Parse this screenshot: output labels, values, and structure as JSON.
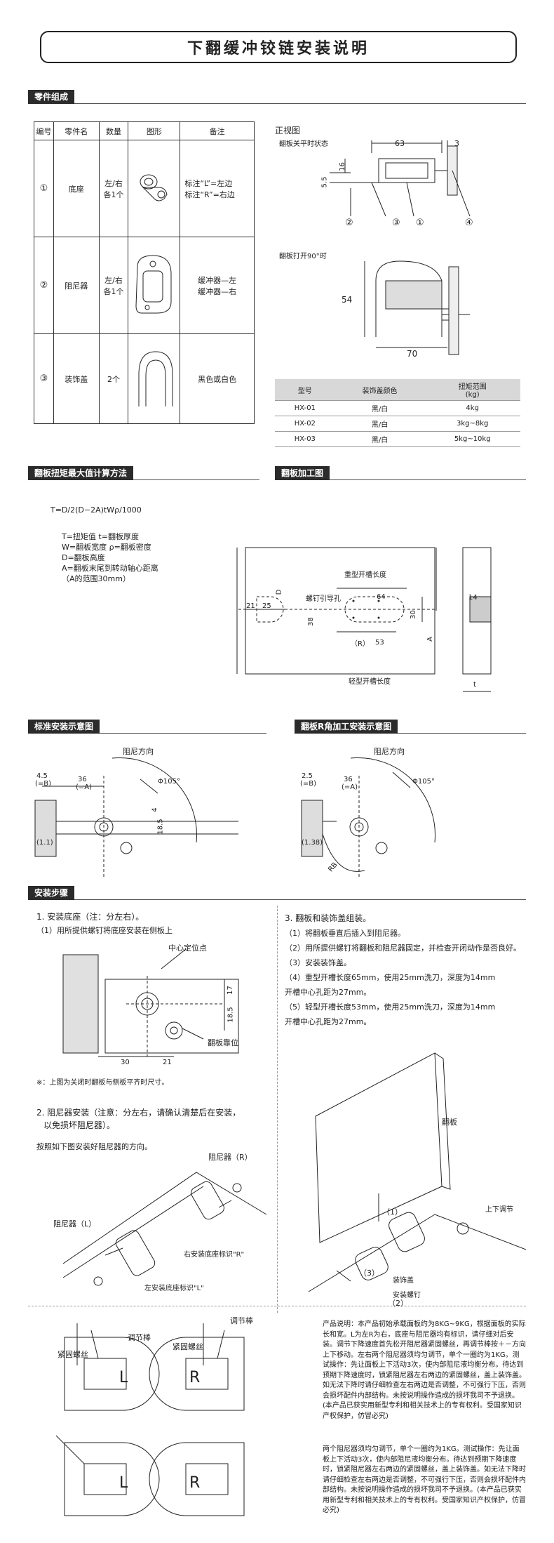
{
  "title": "下翻缓冲铰链安装说明",
  "sections": {
    "parts": "零件组成",
    "torque": "翻板扭矩最大值计算方法",
    "machining": "翻板加工图",
    "std_install": "标准安装示意图",
    "r_install": "翻板R角加工安装示意图",
    "steps": "安装步骤"
  },
  "parts_table": {
    "headers": [
      "编号",
      "零件名",
      "数量",
      "图形",
      "备注"
    ],
    "rows": [
      {
        "no": "①",
        "name": "底座",
        "qty1": "左/右",
        "qty2": "各1个",
        "note1": "标注“L”=左边",
        "note2": "标注“R”=右边"
      },
      {
        "no": "②",
        "name": "阻尼器",
        "qty1": "左/右",
        "qty2": "各1个",
        "note1": "缓冲器—左",
        "note2": "缓冲器—右"
      },
      {
        "no": "③",
        "name": "装饰盖",
        "qty1": "2个",
        "qty2": "",
        "note1": "黑色或白色",
        "note2": ""
      }
    ]
  },
  "front_view": {
    "title": "正视图",
    "closed_label": "翻板关平时状态",
    "open_label": "翻板打开90°时",
    "dims": {
      "d63": "63",
      "d3": "3",
      "d16": "16",
      "d55": "5.5",
      "d54": "54",
      "d70": "70"
    },
    "callouts": [
      "②",
      "③",
      "①",
      "④"
    ]
  },
  "model_table": {
    "headers": [
      "型号",
      "装饰盖颜色",
      "扭矩范围\n(kg)"
    ],
    "rows": [
      [
        "HX-01",
        "黑/白",
        "4kg"
      ],
      [
        "HX-02",
        "黑/白",
        "3kg~8kg"
      ],
      [
        "HX-03",
        "黑/白",
        "5kg~10kg"
      ]
    ]
  },
  "torque": {
    "formula": "T=D/2(D−2A)tWρ/1000",
    "lines": [
      "T=扭矩值    t=翻板厚度",
      "W=翻板宽度    ρ=翻板密度",
      "D=翻板高度",
      "A=翻板末尾到转动轴心距离",
      "（A的范围30mm）"
    ]
  },
  "machining": {
    "heavy": "重型开槽长度",
    "light": "轻型开槽长度",
    "screw": "螺钉引导孔",
    "dims": {
      "d21": "21",
      "d25": "25",
      "d64": "64",
      "d38": "38",
      "d30": "30",
      "d53": "53",
      "d14": "14",
      "D": "D",
      "A": "A",
      "t": "t",
      "R": "（R）"
    }
  },
  "std_install": {
    "dir": "阻尼方向",
    "d45": "4.5",
    "b": "(=B)",
    "d36": "36",
    "a": "(=A)",
    "angle": "Φ105°",
    "d4": "4",
    "d185": "18.5",
    "d11": "(1.1)"
  },
  "r_install": {
    "dir": "阻尼方向",
    "d25": "2.5",
    "b": "(=B)",
    "d36": "36",
    "a": "(=A)",
    "angle": "Φ105°",
    "d38": "(1.38)",
    "rb": "RB"
  },
  "step1": {
    "title": "1. 安装底座（注：分左右）。",
    "sub": "（1）用所提供螺钉将底座安装在侧板上",
    "center": "中心定位点",
    "flap": "翻板靠位",
    "d17": "17",
    "d185": "18.5",
    "d30": "30",
    "d21": "21",
    "note": "※：上图为关闭时翻板与侧板平齐时尺寸。"
  },
  "step2": {
    "title": "2. 阻尼器安装（注意：分左右，请确认清楚后在安装，",
    "title2": "以免损坏阻尼器）。",
    "sub": "按照如下图安装好阻尼器的方向。",
    "damper_r": "阻尼器（R）",
    "damper_l": "阻尼器（L）",
    "mark_r": "右安装底座标识\"R\"",
    "mark_l": "左安装底座标识\"L\""
  },
  "step3": {
    "title": "3. 翻板和装饰盖组装。",
    "items": [
      "（1）将翻板垂直后插入到阻尼器。",
      "（2）用所提供螺钉将翻板和阻尼器固定，并检查开闭动作是否良好。",
      "（3）安装装饰盖。",
      "（4）重型开槽长度65mm，使用25mm洗刀，深度为14mm",
      "        开槽中心孔距为27mm。",
      "（5）轻型开槽长度53mm，使用25mm洗刀，深度为14mm",
      "        开槽中心孔距为27mm。"
    ],
    "flap": "翻板",
    "adjust": "上下调节",
    "cover": "装饰盖",
    "screw": "安装螺钉",
    "l1": "（1）",
    "l2": "（2）",
    "l3": "（3）"
  },
  "adjust": {
    "lock": "紧固螺丝",
    "rod": "调节棒",
    "L": "L",
    "R": "R",
    "para1": "产品说明：本产品初始承载面板约为8KG~9KG，根据面板的实际长和宽。L为左R为右，底座与阻尼器均有标识，请仔细对后安装。调节下降速度首先松开阻尼器紧固螺丝，再调节棒按＋－方向上下移动。左右两个阻尼器须均匀调节，单个一圈约为1KG。测试操作：先让面板上下活动3次，使内部阻尼液均衡分布。待达到预期下降速度时，锁紧阻尼器左右两边的紧固螺丝，盖上装饰盖。如无法下降时请仔细检查左右两边是否调整，不可强行下压，否则会损坏配件内部结构。未按说明操作造成的损坏我司不予退换。(本产品已获实用新型专利和相关技术上的专有权利。受国家知识产权保护，仿冒必究)",
    "para2": "两个阻尼器须均匀调节，单个一圈约为1KG。测试操作：先让面板上下活动3次，使内部阻尼液均衡分布。待达到预期下降速度时，锁紧阻尼器左右两边的紧固螺丝，盖上装饰盖。如无法下降时请仔细检查左右两边是否调整，不可强行下压，否则会损坏配件内部结构。未按说明操作造成的损坏我司不予退换。(本产品已获实用新型专利和相关技术上的专有权利。受国家知识产权保护，仿冒必究)"
  }
}
